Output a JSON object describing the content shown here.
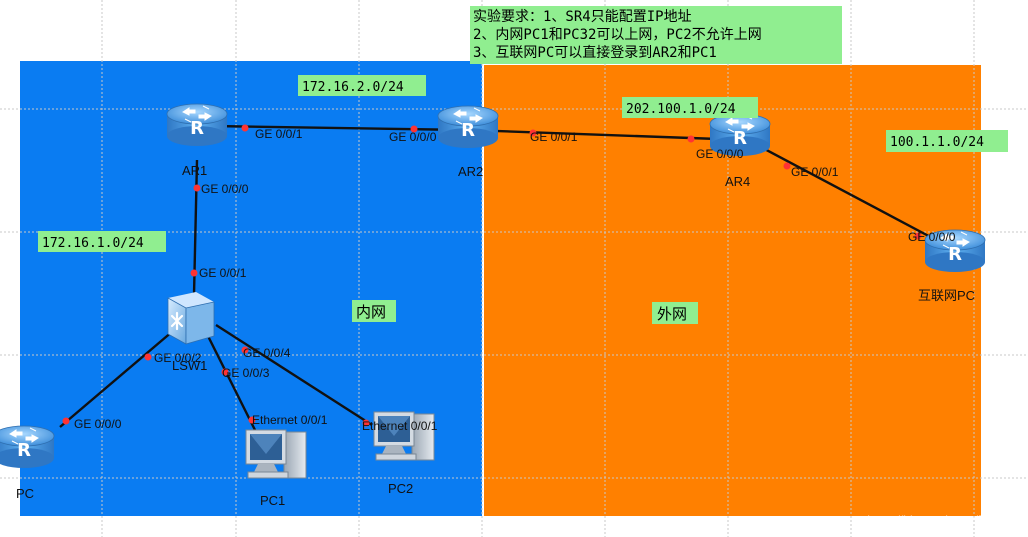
{
  "requirements": {
    "line1": "实验要求：1、SR4只能配置IP地址",
    "line2": "2、内网PC1和PC32可以上网，PC2不允许上网",
    "line3": "3、互联网PC可以直接登录到AR2和PC1"
  },
  "zones": {
    "inner": {
      "label": "内网",
      "color": "#0a7cf2"
    },
    "outer": {
      "label": "外网",
      "color": "#ff8000"
    }
  },
  "subnets": {
    "s172_2": "172.16.2.0/24",
    "s202": "202.100.1.0/24",
    "s100": "100.1.1.0/24",
    "s172_1": "172.16.1.0/24"
  },
  "devices": {
    "ar1": "AR1",
    "ar2": "AR2",
    "ar4": "AR4",
    "lsw": "LSW1",
    "pc": "PC",
    "pc1": "PC1",
    "pc2": "PC2",
    "inet_pc": "互联网PC"
  },
  "ports": {
    "ar1_g001": "GE 0/0/1",
    "ar2_g000": "GE 0/0/0",
    "ar2_g001": "GE 0/0/1",
    "ar4_g000": "GE 0/0/0",
    "ar4_g001": "GE 0/0/1",
    "inet_g000": "GE 0/0/0",
    "ar1_g000": "GE 0/0/0",
    "lsw_g001": "GE 0/0/1",
    "lsw_g002": "GE 0/0/2",
    "lsw_g004": "GE 0/0/4",
    "lsw_g003": "GE 0/0/3",
    "pc_g000": "GE 0/0/0",
    "pc1_eth": "Ethernet 0/0/1",
    "pc2_eth": "Ethernet 0/0/1"
  },
  "watermark": "https://blog.csdn.net/RuiIDS",
  "colors": {
    "label_bg": "#90ee90",
    "grid": "#c8c8c8",
    "router_body": "#5aa6e6",
    "port_dot": "#ff3333"
  },
  "icons": {
    "router": "router-icon",
    "switch": "l3-switch-icon",
    "pc": "desktop-pc-icon"
  }
}
